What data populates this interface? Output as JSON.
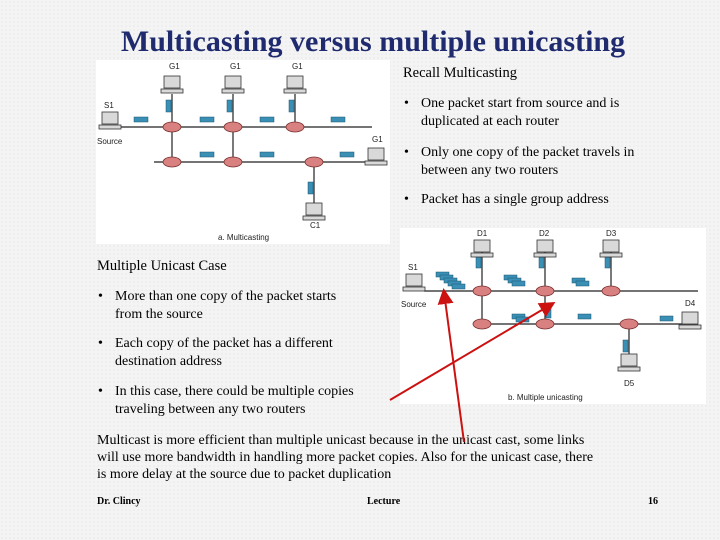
{
  "slide": {
    "title": "Multicasting versus multiple unicasting",
    "recall": {
      "heading": "Recall Multicasting",
      "bullets": [
        {
          "line1": "One packet start from source and is",
          "line2": "duplicated at each router"
        },
        {
          "line1": "Only one copy of the packet travels in",
          "line2": "between any two routers"
        },
        {
          "line1": "Packet has a single group address",
          "line2": ""
        }
      ]
    },
    "unicast": {
      "heading": "Multiple Unicast Case",
      "bullets": [
        {
          "line1": "More than one copy of the packet starts",
          "line2": "from the source"
        },
        {
          "line1": "Each copy of the packet has a different",
          "line2": "destination address"
        },
        {
          "line1": "In this case, there could be multiple copies",
          "line2": "traveling between any two routers"
        }
      ]
    },
    "conclusion": {
      "line1": "Multicast is more efficient than multiple unicast because in the unicast cast, some links",
      "line2": "will use more bandwidth in handling more packet copies.  Also for the unicast case, there",
      "line3": "is more delay at the source due to packet duplication"
    },
    "bullet_symbol": "•",
    "footer": {
      "author": "Dr. Clincy",
      "center": "Lecture",
      "page": "16"
    }
  },
  "figure_a": {
    "caption": "a. Multicasting",
    "labels": {
      "g1": "G1",
      "s1": "S1",
      "source": "Source",
      "c1": "C1"
    }
  },
  "figure_b": {
    "caption": "b. Multiple unicasting",
    "labels": {
      "d1": "D1",
      "d2": "D2",
      "d3": "D3",
      "d4": "D4",
      "d5": "D5",
      "s1": "S1",
      "source": "Source"
    }
  },
  "colors": {
    "title": "#1f2b6e",
    "arrow": "#cc1111",
    "packet": "#3a8fb5",
    "router": "#d98080"
  }
}
